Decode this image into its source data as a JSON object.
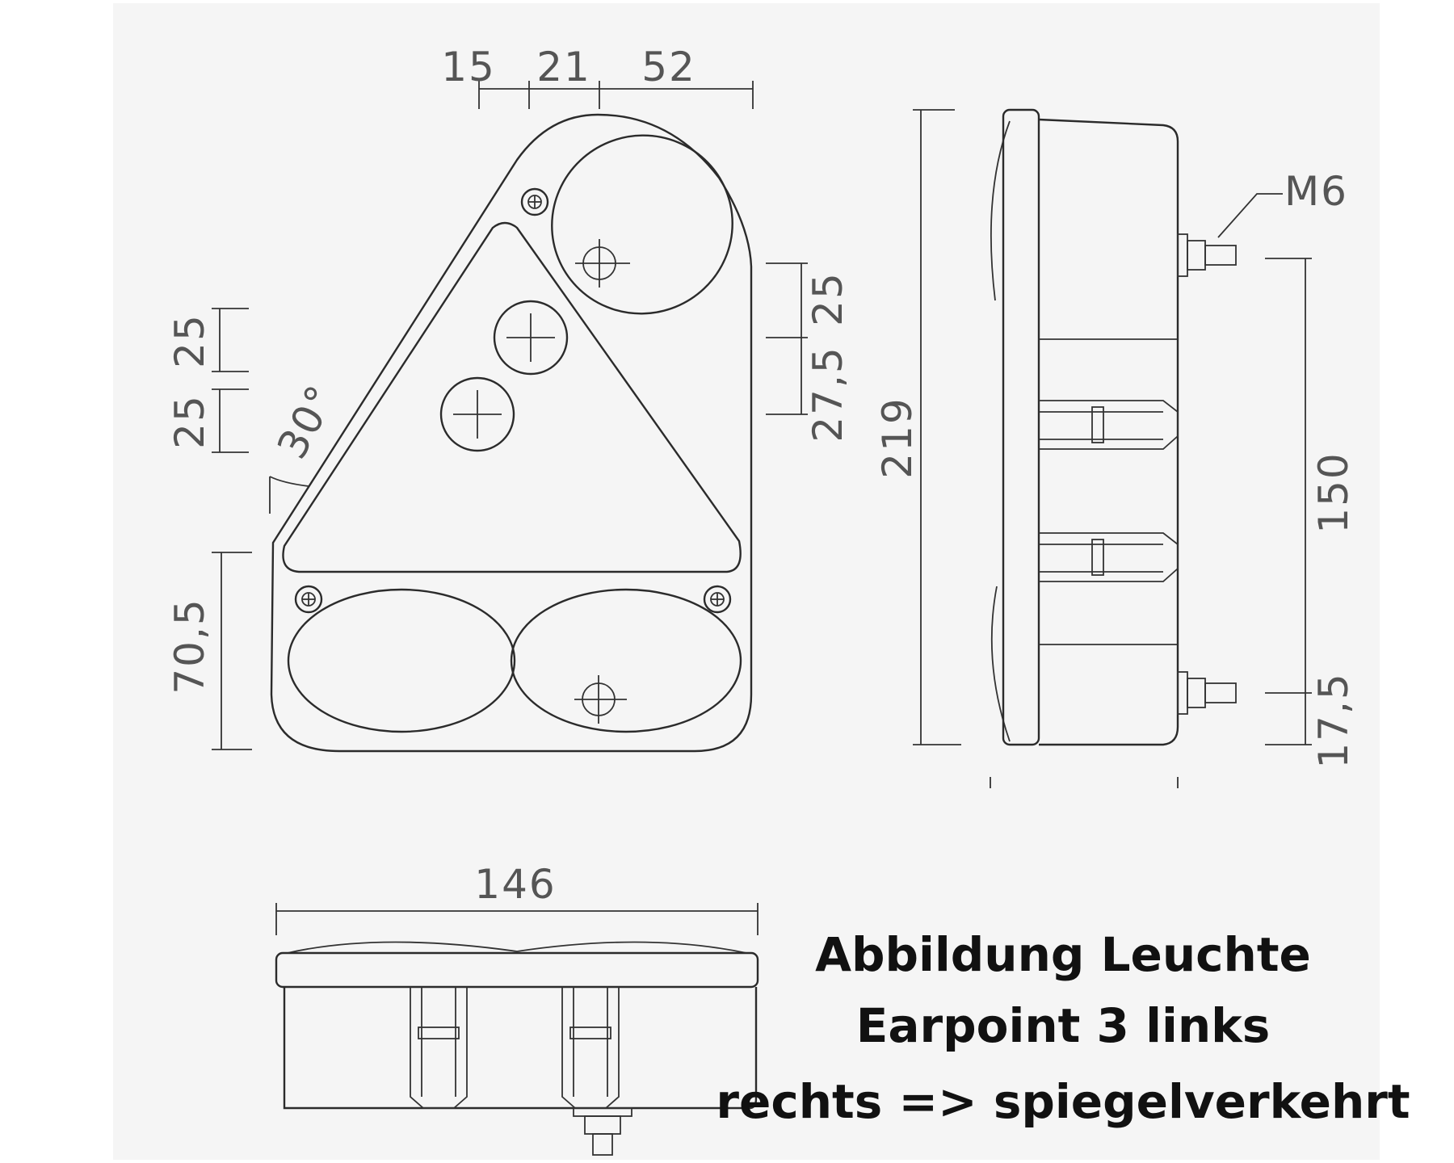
{
  "front_view": {
    "dims_top": [
      "15",
      "21",
      "52"
    ],
    "dims_left": [
      "25",
      "25",
      "70,5"
    ],
    "angle": "30°",
    "dims_right": [
      "25",
      "27,5"
    ]
  },
  "side_view": {
    "height": "219",
    "thread": "M6",
    "bolt_spacing": "150",
    "bolt_offset": "17,5"
  },
  "bottom_view": {
    "width": "146"
  },
  "caption": {
    "line1": "Abbildung  Leuchte",
    "line2": "Earpoint 3 links",
    "line3": "rechts => spiegelverkehrt"
  }
}
